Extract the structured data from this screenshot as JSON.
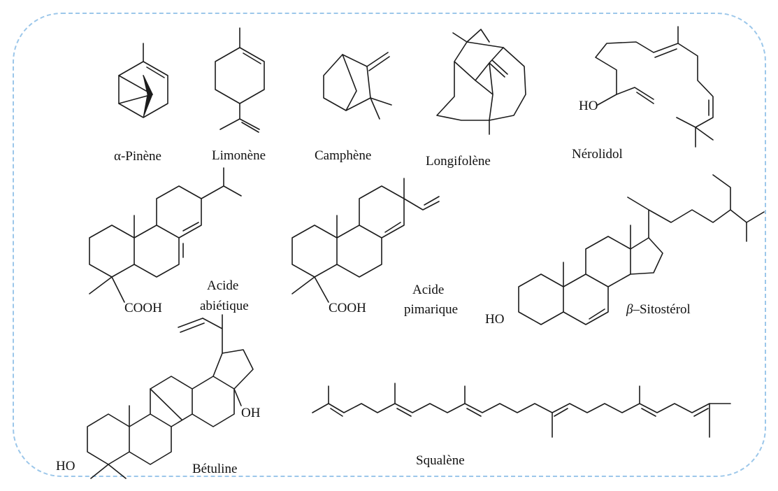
{
  "molecules": [
    {
      "id": "alpha-pinene",
      "label": "α-Pinène"
    },
    {
      "id": "limonene",
      "label": "Limonène"
    },
    {
      "id": "camphene",
      "label": "Camphène"
    },
    {
      "id": "longifolene",
      "label": "Longifolène"
    },
    {
      "id": "nerolidol",
      "label": "Nérolidol"
    },
    {
      "id": "abietic-acid",
      "label_line1": "Acide",
      "label_line2": "abiétique"
    },
    {
      "id": "pimaric-acid",
      "label_line1": "Acide",
      "label_line2": "pimarique"
    },
    {
      "id": "sitosterol",
      "label_prefix": "β",
      "label_rest": "–Sitostérol"
    },
    {
      "id": "betulin",
      "label": "Bétuline"
    },
    {
      "id": "squalene",
      "label": "Squalène"
    }
  ],
  "groups": {
    "ho": "HO",
    "oh": "OH",
    "cooh": "COOH"
  },
  "colors": {
    "frame": "#9cc7ea",
    "ink": "#1c1c1c"
  }
}
